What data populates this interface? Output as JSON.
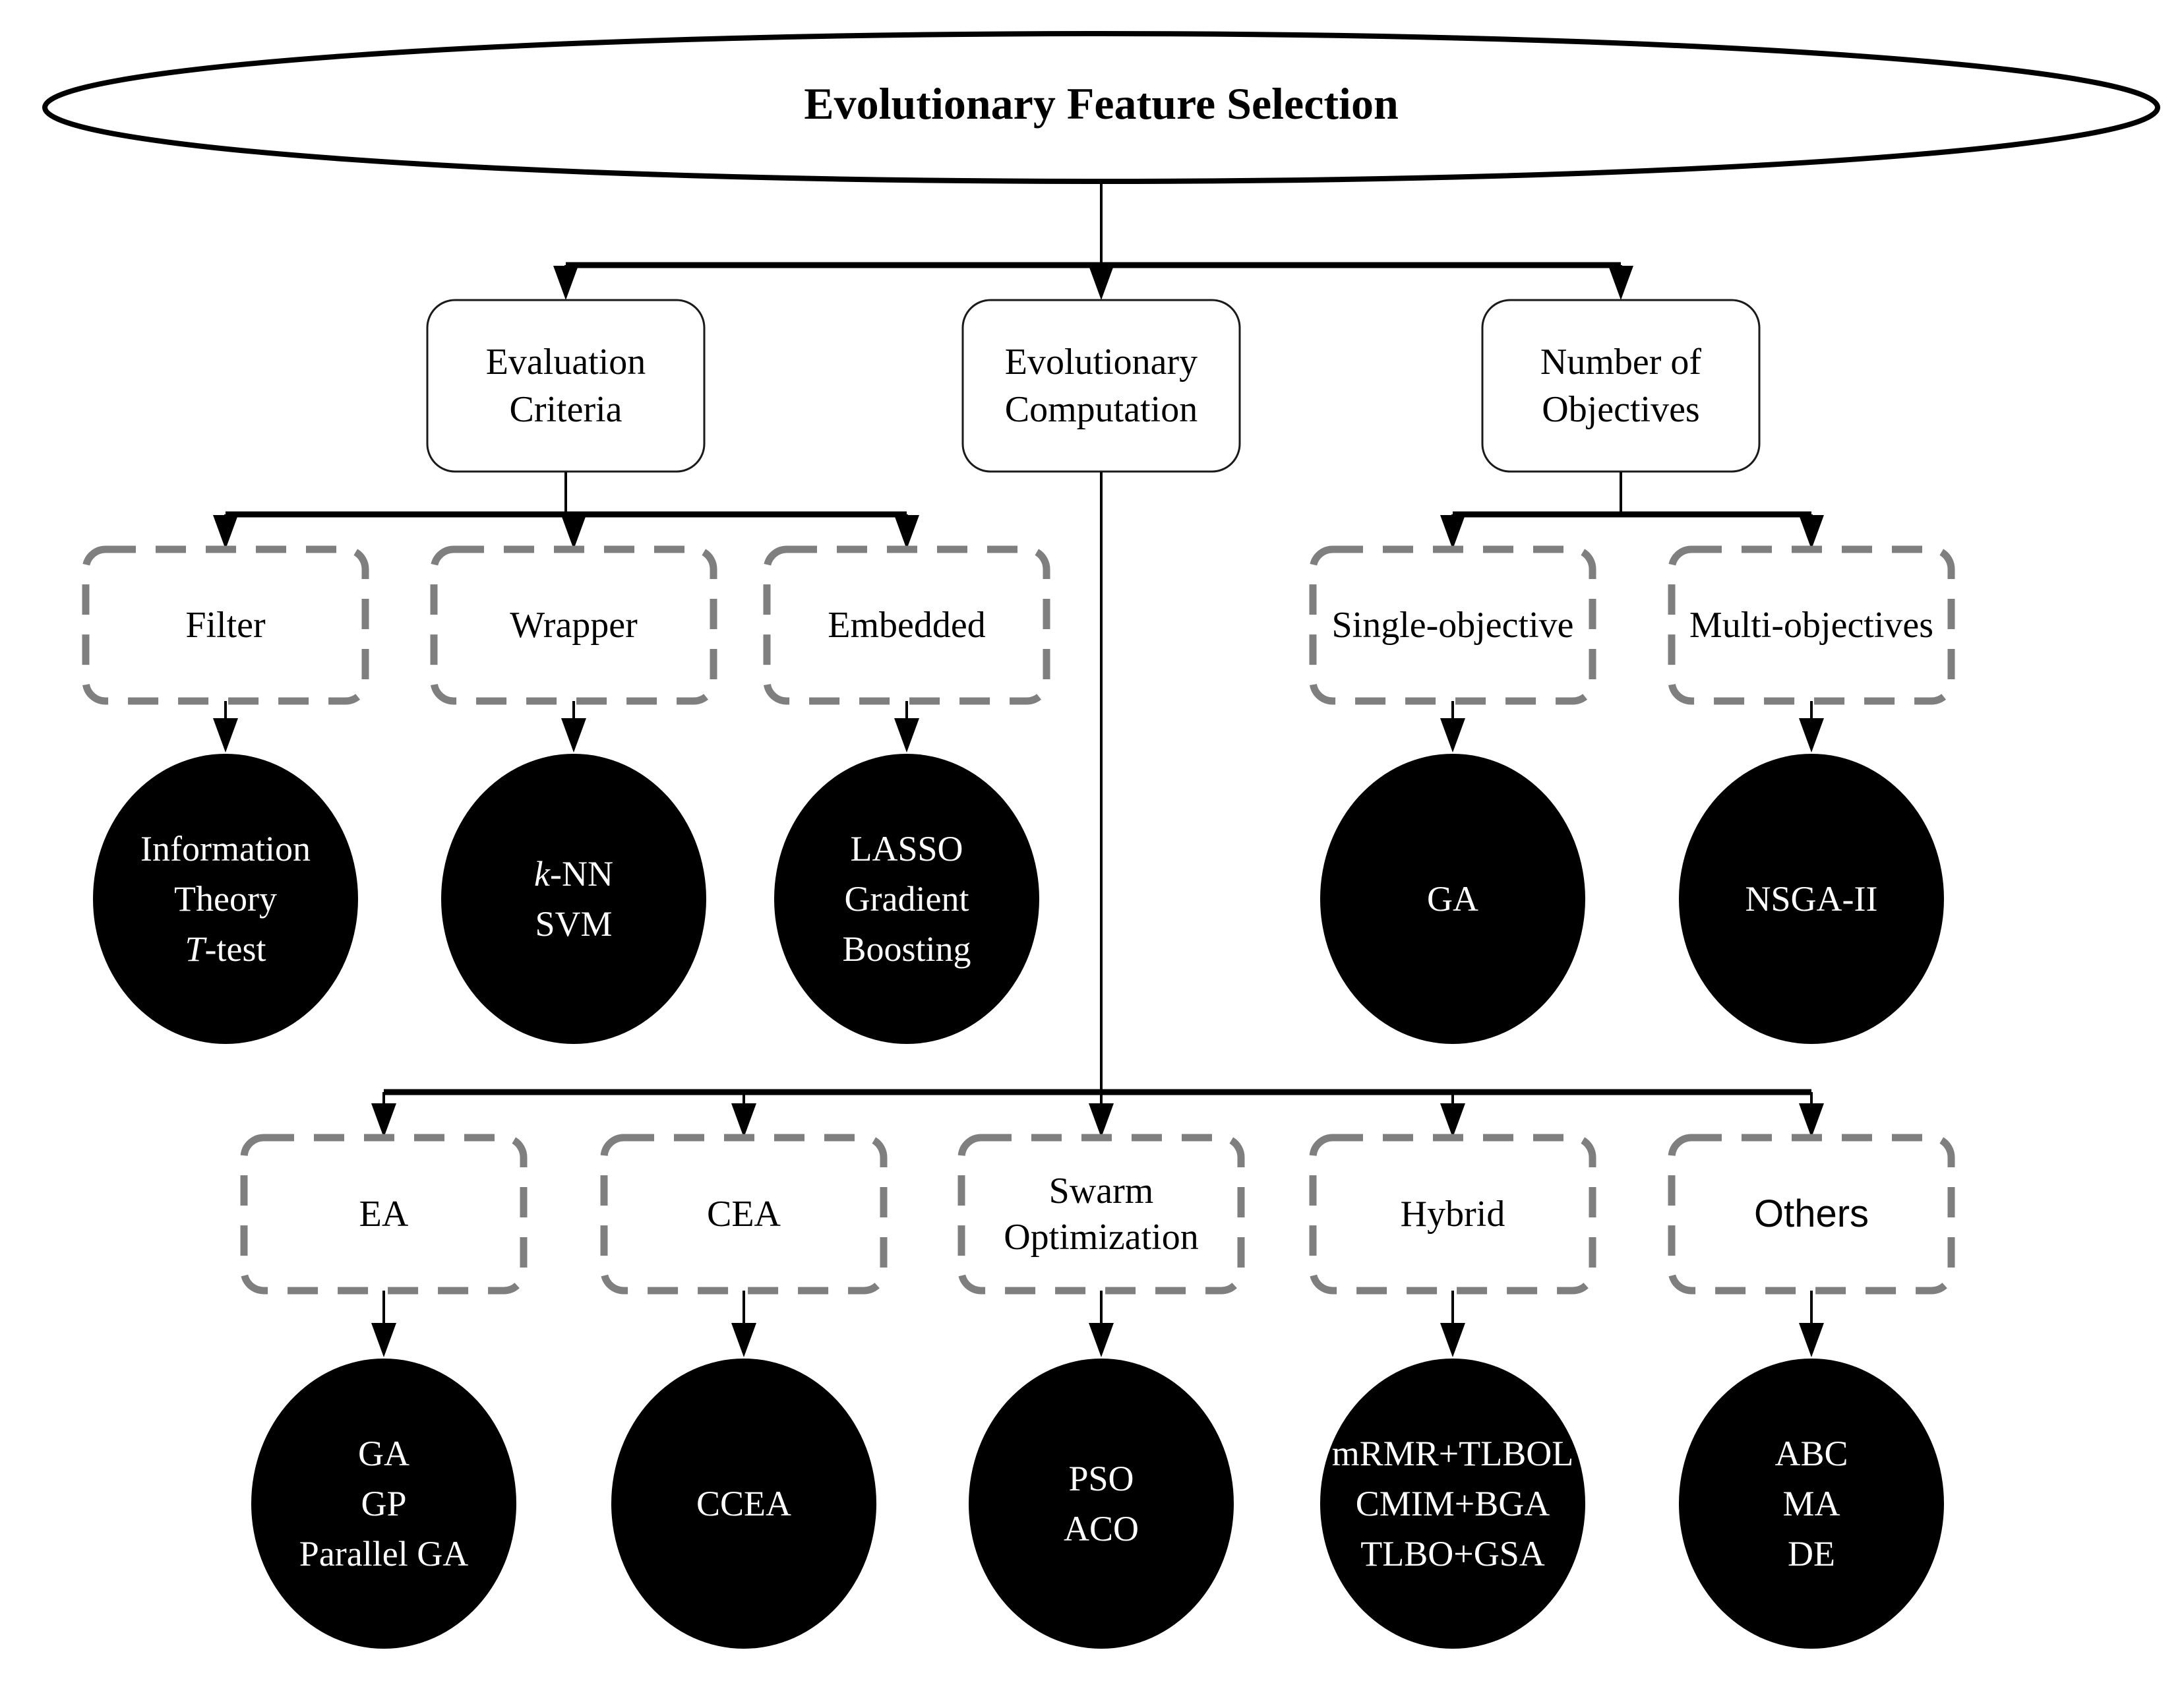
{
  "colors": {
    "line": "#000000",
    "dashed_border": "#7f7f7f",
    "box_border": "#1a1a1a",
    "box_fill": "#ffffff",
    "node_fill": "#000000",
    "node_text": "#ffffff",
    "background": "#ffffff"
  },
  "tree": {
    "root": "Evolutionary Feature Selection",
    "branches": [
      {
        "id": "evaluation-criteria",
        "label_lines": [
          "Evaluation",
          "Criteria"
        ],
        "children": [
          {
            "id": "filter",
            "box_lines": [
              "Filter"
            ],
            "node_lines": [
              "Information",
              "Theory",
              [
                {
                  "t": "T",
                  "italic": true
                },
                {
                  "t": "-test"
                }
              ]
            ]
          },
          {
            "id": "wrapper",
            "box_lines": [
              "Wrapper"
            ],
            "node_lines": [
              [
                {
                  "t": "k",
                  "italic": true
                },
                {
                  "t": "-NN"
                }
              ],
              "SVM"
            ]
          },
          {
            "id": "embedded",
            "box_lines": [
              "Embedded"
            ],
            "node_lines": [
              "LASSO",
              "Gradient",
              "Boosting"
            ]
          }
        ]
      },
      {
        "id": "evolutionary-computation",
        "label_lines": [
          "Evolutionary",
          "Computation"
        ],
        "children": [
          {
            "id": "ea",
            "box_lines": [
              "EA"
            ],
            "node_lines": [
              "GA",
              "GP",
              "Parallel GA"
            ]
          },
          {
            "id": "cea",
            "box_lines": [
              "CEA"
            ],
            "node_lines": [
              "CCEA"
            ]
          },
          {
            "id": "swarm-optimization",
            "box_lines": [
              "Swarm",
              "Optimization"
            ],
            "node_lines": [
              "PSO",
              "ACO"
            ]
          },
          {
            "id": "hybrid",
            "box_lines": [
              "Hybrid"
            ],
            "node_lines": [
              "mRMR+TLBOL",
              "CMIM+BGA",
              "TLBO+GSA"
            ]
          },
          {
            "id": "others",
            "box_lines": [
              "Others"
            ],
            "box_font": "sans",
            "node_lines": [
              "ABC",
              "MA",
              "DE"
            ]
          }
        ]
      },
      {
        "id": "number-of-objectives",
        "label_lines": [
          "Number of",
          "Objectives"
        ],
        "children": [
          {
            "id": "single-objective",
            "box_lines": [
              "Single-objective"
            ],
            "node_lines": [
              "GA"
            ]
          },
          {
            "id": "multi-objectives",
            "box_lines": [
              "Multi-objectives"
            ],
            "node_lines": [
              "NSGA-II"
            ]
          }
        ]
      }
    ]
  }
}
